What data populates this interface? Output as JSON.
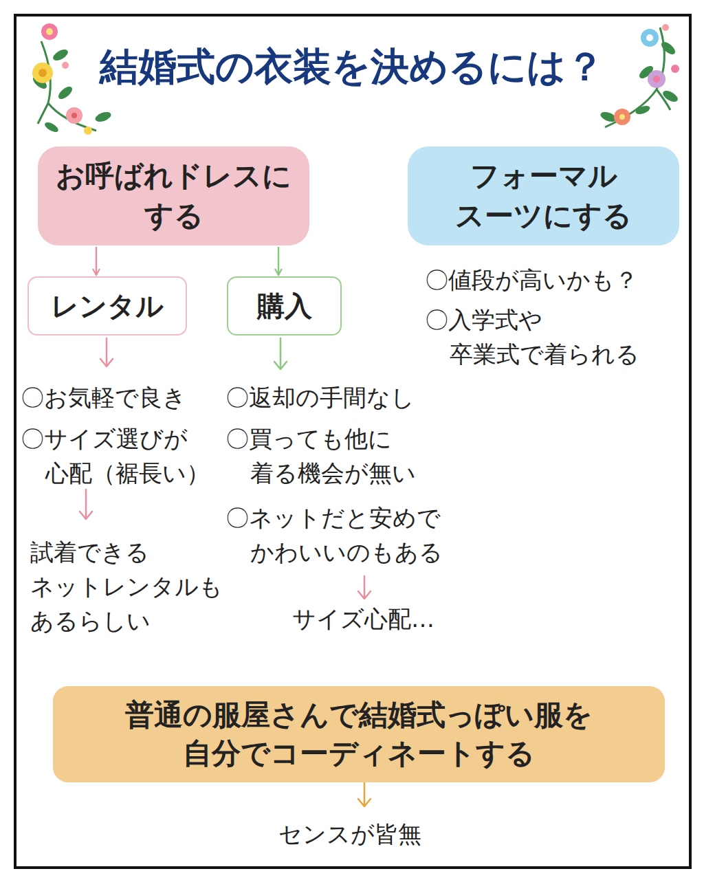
{
  "diagram": {
    "title": "結婚式の衣装を決めるには？",
    "nodes": [
      {
        "text": [
          "お呼ばれドレスに する"
        ]
      },
      {
        "text": [
          "フォーマル スーツにする"
        ]
      },
      {
        "text": [
          "レンタル"
        ]
      },
      {
        "text": [
          "購入"
        ]
      },
      {
        "text": [
          "普通の服屋さんで結婚式っぽい服を 自分でコーディネートする"
        ]
      }
    ],
    "edges": [
      {
        "from": 0,
        "to": 2,
        "arrow": "to"
      },
      {
        "from": 0,
        "to": 3,
        "arrow": "to"
      }
    ],
    "labels": [
      "〇お気軽で良き",
      "〇サイズ選びが 心配（裾長い）",
      "試着できる ネットレンタルも あるらしい",
      "〇返却の手間なし",
      "〇買っても他に 着る機会が無い",
      "〇ネットだと安めで かわいいのもある",
      "サイズ心配…",
      "〇値段が高いかも？",
      "〇入学式や 卒業式で着られる",
      "センスが皆無"
    ]
  }
}
